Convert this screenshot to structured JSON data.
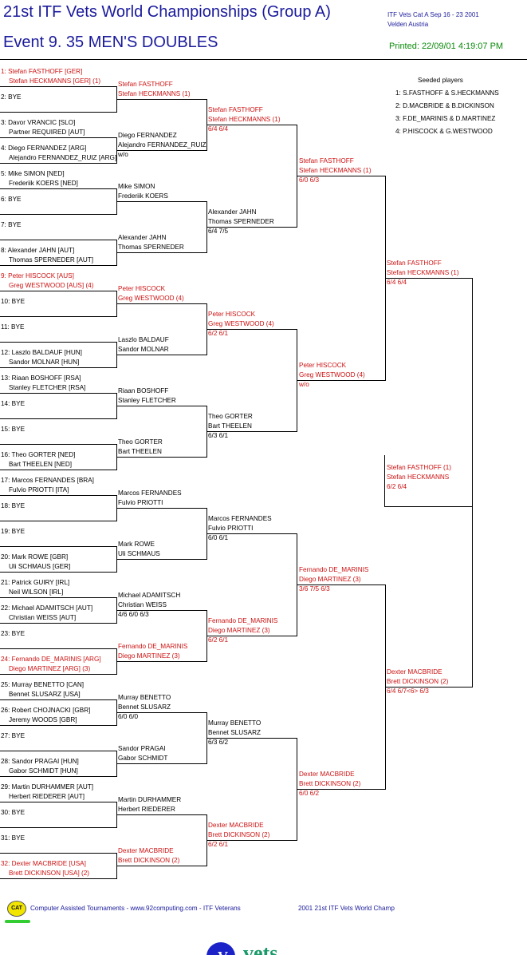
{
  "header": {
    "title": "21st ITF Vets World Championships (Group A)",
    "event": "Event 9. 35 MEN'S DOUBLES",
    "meta_line1": "ITF Vets Cat A   Sep 16 - 23 2001",
    "meta_line2": "Velden    Austria",
    "printed": "Printed: 22/09/01 4:19:07 PM"
  },
  "seeded": {
    "heading": "Seeded players",
    "items": [
      "1: S.FASTHOFF & S.HECKMANNS",
      "2: D.MACBRIDE & B.DICKINSON",
      "3: F.DE_MARINIS & D.MARTINEZ",
      "4: P.HISCOCK & G.WESTWOOD"
    ]
  },
  "round1": [
    {
      "l1": "1: Stefan FASTHOFF [GER]",
      "l2": "Stefan HECKMANNS [GER] (1)",
      "seeded": true
    },
    {
      "l1": "2: BYE",
      "l2": ""
    },
    {
      "l1": "3: Davor VRANCIC [SLO]",
      "l2": "Partner REQUIRED [AUT]"
    },
    {
      "l1": "4: Diego FERNANDEZ [ARG]",
      "l2": "Alejandro FERNANDEZ_RUIZ [ARG]"
    },
    {
      "l1": "5: Mike SIMON [NED]",
      "l2": "Frederiik KOERS [NED]"
    },
    {
      "l1": "6: BYE",
      "l2": ""
    },
    {
      "l1": "7: BYE",
      "l2": ""
    },
    {
      "l1": "8: Alexander JAHN [AUT]",
      "l2": "Thomas SPERNEDER [AUT]"
    },
    {
      "l1": "9: Peter HISCOCK [AUS]",
      "l2": "Greg WESTWOOD [AUS] (4)",
      "seeded": true
    },
    {
      "l1": "10: BYE",
      "l2": ""
    },
    {
      "l1": "11: BYE",
      "l2": ""
    },
    {
      "l1": "12: Laszlo BALDAUF [HUN]",
      "l2": "Sandor MOLNAR [HUN]"
    },
    {
      "l1": "13: Riaan BOSHOFF [RSA]",
      "l2": "Stanley FLETCHER [RSA]"
    },
    {
      "l1": "14: BYE",
      "l2": ""
    },
    {
      "l1": "15: BYE",
      "l2": ""
    },
    {
      "l1": "16: Theo GORTER [NED]",
      "l2": "Bart THEELEN [NED]"
    },
    {
      "l1": "17: Marcos FERNANDES [BRA]",
      "l2": "Fulvio PRIOTTI [ITA]"
    },
    {
      "l1": "18: BYE",
      "l2": ""
    },
    {
      "l1": "19: BYE",
      "l2": ""
    },
    {
      "l1": "20: Mark ROWE [GBR]",
      "l2": "Uli SCHMAUS [GER]"
    },
    {
      "l1": "21: Patrick GUIRY [IRL]",
      "l2": "Neil WILSON [IRL]"
    },
    {
      "l1": "22: Michael ADAMITSCH [AUT]",
      "l2": "Christian WEISS [AUT]"
    },
    {
      "l1": "23: BYE",
      "l2": ""
    },
    {
      "l1": "24: Fernando DE_MARINIS [ARG]",
      "l2": "Diego MARTINEZ [ARG] (3)",
      "seeded": true
    },
    {
      "l1": "25: Murray BENETTO [CAN]",
      "l2": "Bennet SLUSARZ [USA]"
    },
    {
      "l1": "26: Robert CHOJNACKI [GBR]",
      "l2": "Jeremy WOODS [GBR]"
    },
    {
      "l1": "27: BYE",
      "l2": ""
    },
    {
      "l1": "28: Sandor PRAGAI [HUN]",
      "l2": "Gabor SCHMIDT [HUN]"
    },
    {
      "l1": "29: Martin DURHAMMER [AUT]",
      "l2": "Herbert RIEDERER [AUT]"
    },
    {
      "l1": "30: BYE",
      "l2": ""
    },
    {
      "l1": "31: BYE",
      "l2": ""
    },
    {
      "l1": "32: Dexter MACBRIDE [USA]",
      "l2": "Brett DICKINSON [USA] (2)",
      "seeded": true
    }
  ],
  "round2": [
    {
      "l1": "Stefan FASTHOFF",
      "l2": "Stefan HECKMANNS (1)",
      "score": "",
      "seeded": true
    },
    {
      "l1": "Diego FERNANDEZ",
      "l2": "Alejandro FERNANDEZ_RUIZ",
      "score": "w/o"
    },
    {
      "l1": "Mike SIMON",
      "l2": "Frederiik KOERS",
      "score": ""
    },
    {
      "l1": "Alexander JAHN",
      "l2": "Thomas SPERNEDER",
      "score": ""
    },
    {
      "l1": "Peter HISCOCK",
      "l2": "Greg WESTWOOD (4)",
      "score": "",
      "seeded": true
    },
    {
      "l1": "Laszlo BALDAUF",
      "l2": "Sandor MOLNAR",
      "score": ""
    },
    {
      "l1": "Riaan BOSHOFF",
      "l2": "Stanley FLETCHER",
      "score": ""
    },
    {
      "l1": "Theo GORTER",
      "l2": "Bart THEELEN",
      "score": ""
    },
    {
      "l1": "Marcos FERNANDES",
      "l2": "Fulvio PRIOTTI",
      "score": ""
    },
    {
      "l1": "Mark ROWE",
      "l2": "Uli SCHMAUS",
      "score": ""
    },
    {
      "l1": "Michael ADAMITSCH",
      "l2": "Christian WEISS",
      "score": "4/6 6/0 6/3"
    },
    {
      "l1": "Fernando DE_MARINIS",
      "l2": "Diego MARTINEZ (3)",
      "score": "",
      "seeded": true
    },
    {
      "l1": "Murray BENETTO",
      "l2": "Bennet SLUSARZ",
      "score": "6/0 6/0"
    },
    {
      "l1": "Sandor PRAGAI",
      "l2": "Gabor SCHMIDT",
      "score": ""
    },
    {
      "l1": "Martin DURHAMMER",
      "l2": "Herbert RIEDERER",
      "score": ""
    },
    {
      "l1": "Dexter MACBRIDE",
      "l2": "Brett DICKINSON (2)",
      "score": "",
      "seeded": true
    }
  ],
  "round3": [
    {
      "l1": "Stefan FASTHOFF",
      "l2": "Stefan HECKMANNS (1)",
      "score": "6/4 6/4",
      "seeded": true
    },
    {
      "l1": "Alexander JAHN",
      "l2": "Thomas SPERNEDER",
      "score": "6/4 7/5"
    },
    {
      "l1": "Peter HISCOCK",
      "l2": "Greg WESTWOOD (4)",
      "score": "6/2 6/1",
      "seeded": true
    },
    {
      "l1": "Theo GORTER",
      "l2": "Bart THEELEN",
      "score": "6/3 6/1"
    },
    {
      "l1": "Marcos FERNANDES",
      "l2": "Fulvio PRIOTTI",
      "score": "6/0 6/1"
    },
    {
      "l1": "Fernando DE_MARINIS",
      "l2": "Diego MARTINEZ (3)",
      "score": "6/2 6/1",
      "seeded": true
    },
    {
      "l1": "Murray BENETTO",
      "l2": "Bennet SLUSARZ",
      "score": "6/3 6/2"
    },
    {
      "l1": "Dexter MACBRIDE",
      "l2": "Brett DICKINSON (2)",
      "score": "6/2 6/1",
      "seeded": true
    }
  ],
  "round4": [
    {
      "l1": "Stefan FASTHOFF",
      "l2": "Stefan HECKMANNS (1)",
      "score": "6/0 6/3",
      "seeded": true
    },
    {
      "l1": "Peter HISCOCK",
      "l2": "Greg WESTWOOD (4)",
      "score": "w/o",
      "seeded": true
    },
    {
      "l1": "Fernando DE_MARINIS",
      "l2": "Diego MARTINEZ (3)",
      "score": "3/6 7/5 6/3",
      "seeded": true
    },
    {
      "l1": "Dexter MACBRIDE",
      "l2": "Brett DICKINSON (2)",
      "score": "6/0 6/2",
      "seeded": true
    }
  ],
  "round5": [
    {
      "l1": "Stefan FASTHOFF",
      "l2": "Stefan HECKMANNS (1)",
      "score": "6/4 6/4",
      "seeded": true
    },
    {
      "l1": "Dexter MACBRIDE",
      "l2": "Brett DICKINSON (2)",
      "score": "6/4 6/7<6> 6/3",
      "seeded": true
    }
  ],
  "champion": {
    "l1": "Stefan FASTHOFF (1)",
    "l2": "Stefan HECKMANNS",
    "score": "6/2 6/4"
  },
  "footer": {
    "logo": "CAT",
    "text": "Computer Assisted Tournaments - www.92computing.com -  ITF Veterans",
    "right": "2001 21st ITF Vets World Champ",
    "vets_logo": "vets"
  },
  "colors": {
    "title": "#1a1a9c",
    "seeded_text": "#cc1111",
    "printed": "#0a8a0a",
    "cat_logo": "#f2e600",
    "cat_bar": "#33cc33"
  }
}
